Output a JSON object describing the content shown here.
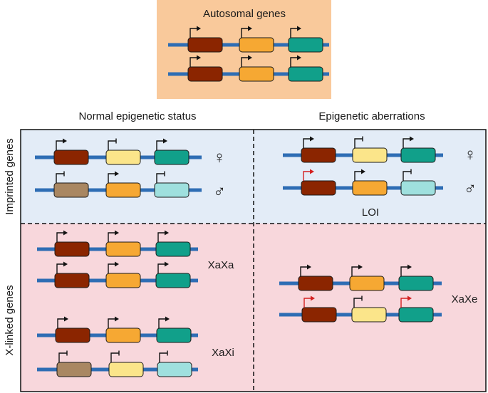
{
  "colors": {
    "autosomal_bg": "#f9c99b",
    "imprinted_bg": "#e3ecf7",
    "xlinked_bg": "#f8d7dc",
    "dna_line": "#2e6db4",
    "gene_active_dark_red": "#8b2500",
    "gene_active_orange": "#f6a833",
    "gene_active_teal": "#11a08a",
    "gene_silenced_brown": "#a98762",
    "gene_silenced_pale_yellow": "#fbe58a",
    "gene_silenced_pale_teal": "#9fe0de",
    "promoter_active_arrow": "#111111",
    "promoter_aberrant_arrow": "#d42020"
  },
  "labels": {
    "autosomal_title": "Autosomal genes",
    "normal_header": "Normal epigenetic status",
    "aberration_header": "Epigenetic aberrations",
    "imprinted_side": "Imprinted genes",
    "xlinked_side": "X-linked genes",
    "female_symbol": "♀",
    "male_symbol": "♂",
    "loi": "LOI",
    "xaxa": "XaXa",
    "xaxi": "XaXi",
    "xaxe": "XaXe"
  },
  "icons": {
    "active_promoter": "bent-arrow-icon",
    "silenced_promoter": "blocked-promoter-icon",
    "aberrant_promoter": "red-bent-arrow-icon"
  },
  "rows": [
    {
      "panel": "autosomal",
      "genes": [
        "dark_red",
        "orange",
        "teal"
      ],
      "promoters": [
        "active",
        "active",
        "active"
      ]
    },
    {
      "panel": "autosomal",
      "genes": [
        "dark_red",
        "orange",
        "teal"
      ],
      "promoters": [
        "active",
        "active",
        "active"
      ]
    },
    {
      "panel": "imprinted-normal",
      "parent": "maternal",
      "genes": [
        "dark_red",
        "pale_yellow",
        "teal"
      ],
      "promoters": [
        "active",
        "silenced",
        "active"
      ]
    },
    {
      "panel": "imprinted-normal",
      "parent": "paternal",
      "genes": [
        "brown",
        "orange",
        "pale_teal"
      ],
      "promoters": [
        "silenced",
        "active",
        "silenced"
      ]
    },
    {
      "panel": "imprinted-aberrant",
      "parent": "maternal",
      "genes": [
        "dark_red",
        "pale_yellow",
        "teal"
      ],
      "promoters": [
        "active",
        "silenced",
        "active"
      ]
    },
    {
      "panel": "imprinted-aberrant",
      "parent": "paternal",
      "genes": [
        "dark_red",
        "orange",
        "pale_teal"
      ],
      "promoters": [
        "aberrant",
        "active",
        "silenced"
      ]
    },
    {
      "panel": "xlinked-normal",
      "genes": [
        "dark_red",
        "orange",
        "teal"
      ],
      "promoters": [
        "active",
        "active",
        "active"
      ]
    },
    {
      "panel": "xlinked-normal",
      "genes": [
        "dark_red",
        "orange",
        "teal"
      ],
      "promoters": [
        "active",
        "active",
        "active"
      ]
    },
    {
      "panel": "xlinked-normal",
      "genes": [
        "dark_red",
        "orange",
        "teal"
      ],
      "promoters": [
        "active",
        "active",
        "active"
      ]
    },
    {
      "panel": "xlinked-normal",
      "genes": [
        "brown",
        "pale_yellow",
        "pale_teal"
      ],
      "promoters": [
        "silenced",
        "silenced",
        "silenced"
      ]
    },
    {
      "panel": "xlinked-aberrant",
      "genes": [
        "dark_red",
        "orange",
        "teal"
      ],
      "promoters": [
        "active",
        "active",
        "active"
      ]
    },
    {
      "panel": "xlinked-aberrant",
      "genes": [
        "dark_red",
        "pale_yellow",
        "teal"
      ],
      "promoters": [
        "aberrant",
        "silenced",
        "aberrant"
      ]
    }
  ]
}
